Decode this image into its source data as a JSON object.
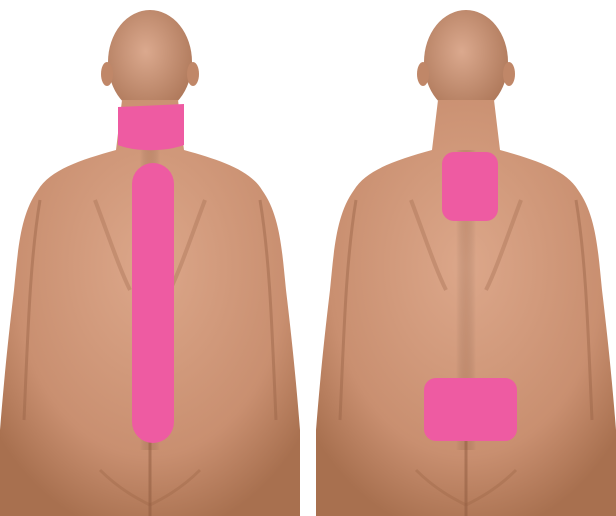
{
  "image": {
    "background": "#ffffff",
    "skin_color": "#cf9a7c",
    "skin_shadow": "#b27a5c",
    "highlight_color": "#ee5ba2"
  },
  "panels": [
    {
      "name": "spine-highlight-panel",
      "highlights": [
        "neck-band",
        "spine-strip"
      ]
    },
    {
      "name": "regional-highlight-panel",
      "highlights": [
        "upper-back-patch",
        "lower-back-patch"
      ]
    }
  ]
}
